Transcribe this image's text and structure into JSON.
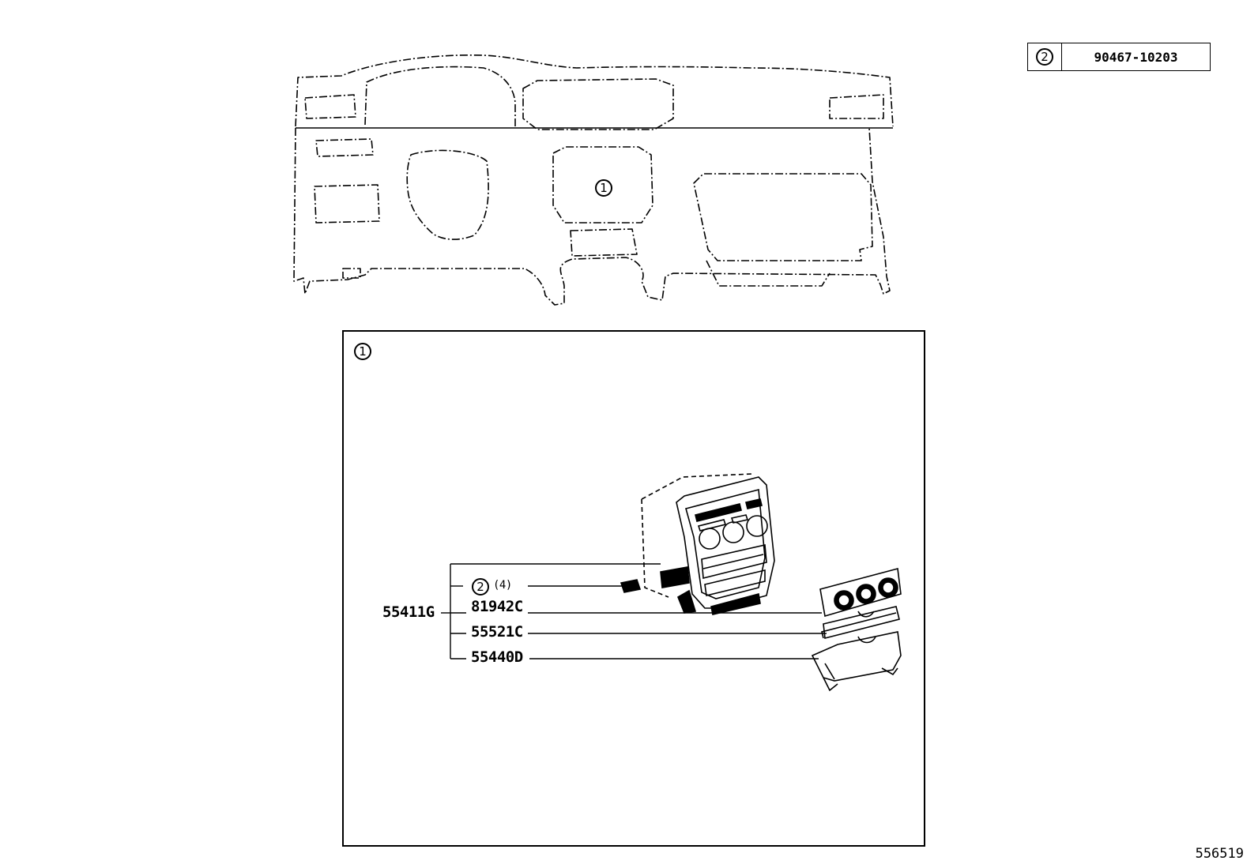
{
  "legend": {
    "symbol": "2",
    "part_number": "90467-10203"
  },
  "dashboard": {
    "callout": "1"
  },
  "detail": {
    "callout": "1"
  },
  "parts": {
    "assembly": "55411G",
    "clip_symbol": "2",
    "clip_qty": "(4)",
    "p1": "81942C",
    "p2": "55521C",
    "p3": "55440D"
  },
  "figure_id": "556519"
}
